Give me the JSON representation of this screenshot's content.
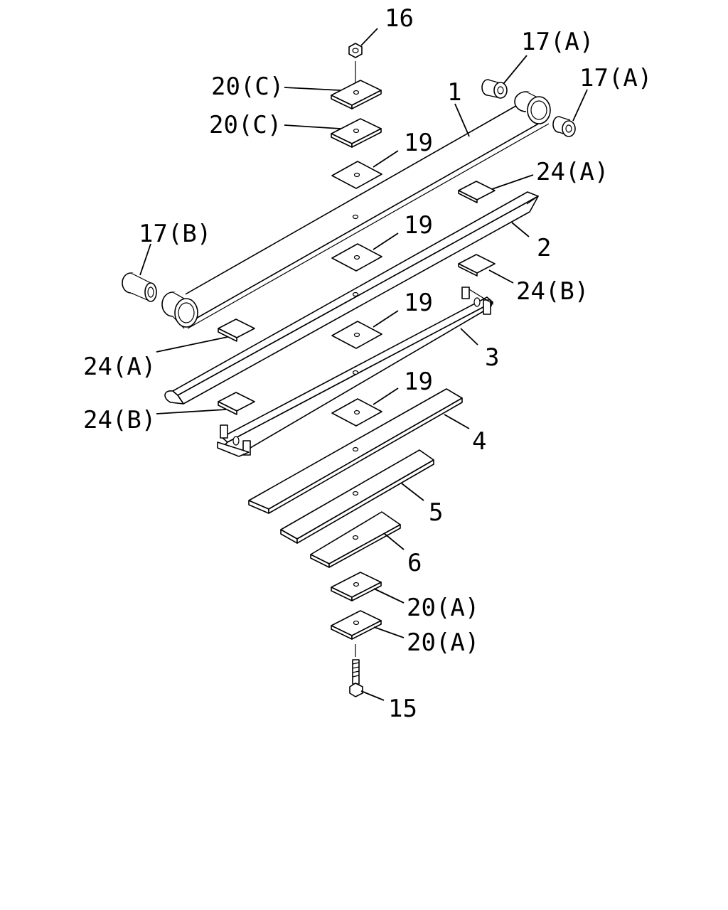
{
  "callouts": {
    "c16": "16",
    "c17a_1": "17(A)",
    "c17a_2": "17(A)",
    "c20c_1": "20(C)",
    "c20c_2": "20(C)",
    "c1": "1",
    "c19_1": "19",
    "c24a_top": "24(A)",
    "c19_2": "19",
    "c17b": "17(B)",
    "c2": "2",
    "c24b_top": "24(B)",
    "c19_3": "19",
    "c24a_left": "24(A)",
    "c3": "3",
    "c19_4": "19",
    "c24b_left": "24(B)",
    "c4": "4",
    "c5": "5",
    "c6": "6",
    "c20a_1": "20(A)",
    "c20a_2": "20(A)",
    "c15": "15"
  }
}
